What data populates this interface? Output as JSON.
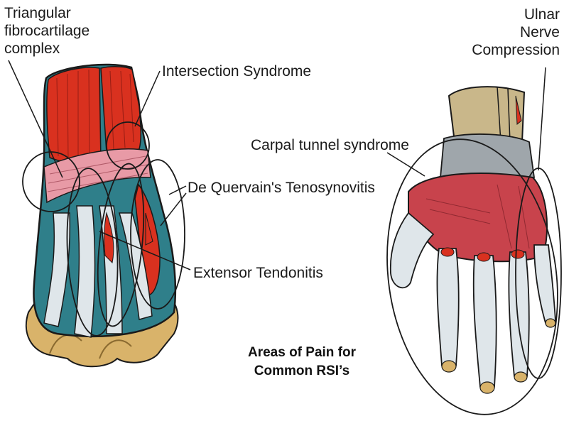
{
  "labels": {
    "tfcc": "Triangular\nfibrocartilage\ncomplex",
    "intersection": "Intersection Syndrome",
    "dequervain": "De Quervain's Tenosynovitis",
    "extensor": "Extensor Tendonitis",
    "ulnar": "Ulnar\nNerve\nCompression",
    "carpal": "Carpal tunnel syndrome"
  },
  "caption": "Areas of Pain for\nCommon RSI’s",
  "colors": {
    "muscle": "#d9311f",
    "muscle_dark": "#9a2018",
    "tendon": "#2f7f8a",
    "tendon_light": "#dfe6ea",
    "ligament": "#e89aa6",
    "skin": "#d9b36a",
    "bone": "#c9b78a",
    "palm_muscle": "#c8434c",
    "outline": "#1a1a1a"
  }
}
